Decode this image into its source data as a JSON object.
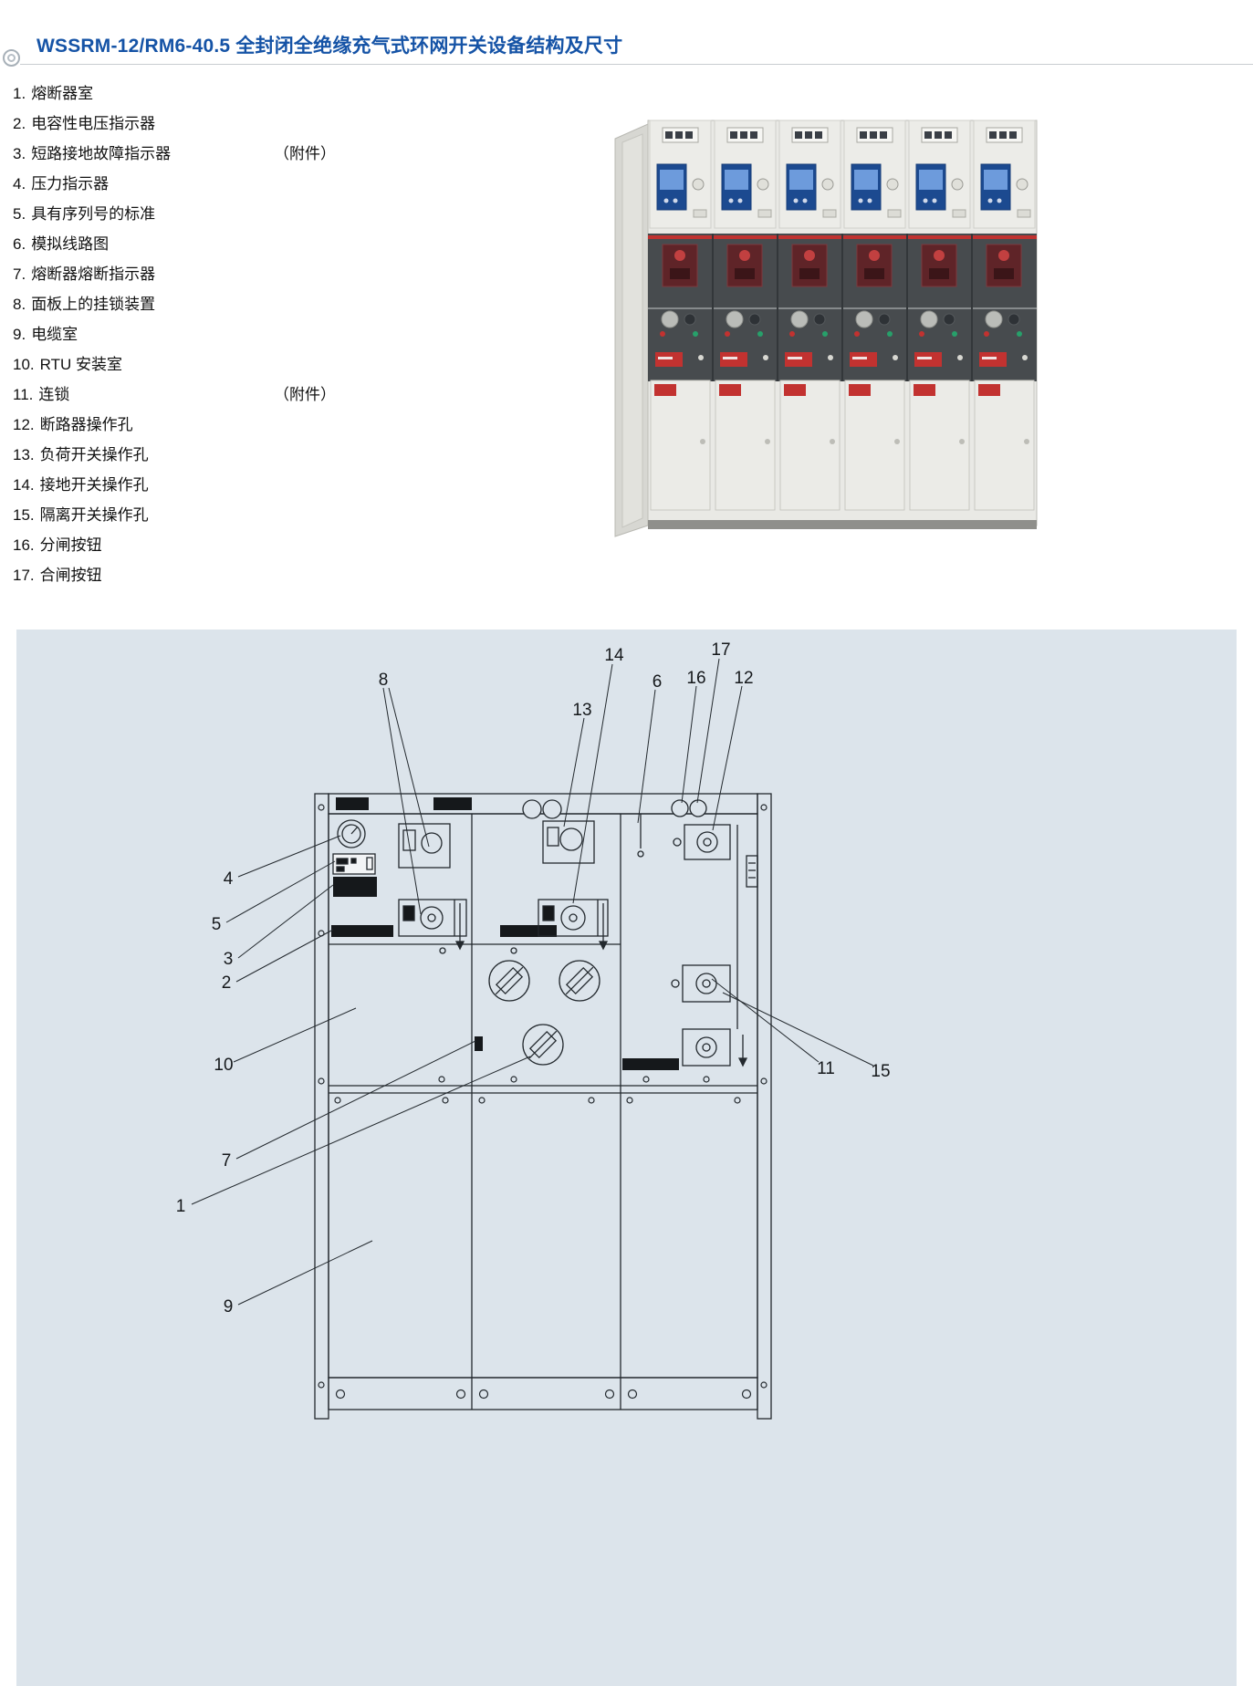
{
  "header": {
    "title": "WSSRM-12/RM6-40.5 全封闭全绝缘充气式环网开关设备结构及尺寸"
  },
  "parts": {
    "items": [
      {
        "num": "1.",
        "label": "熔断器室",
        "note": ""
      },
      {
        "num": "2.",
        "label": "电容性电压指示器",
        "note": ""
      },
      {
        "num": "3.",
        "label": "短路接地故障指示器",
        "note": "（附件）"
      },
      {
        "num": "4.",
        "label": "压力指示器",
        "note": ""
      },
      {
        "num": "5.",
        "label": "具有序列号的标准",
        "note": ""
      },
      {
        "num": "6.",
        "label": "模拟线路图",
        "note": ""
      },
      {
        "num": "7.",
        "label": "熔断器熔断指示器",
        "note": ""
      },
      {
        "num": "8.",
        "label": "面板上的挂锁装置",
        "note": ""
      },
      {
        "num": "9.",
        "label": "电缆室",
        "note": ""
      },
      {
        "num": "10.",
        "label": "RTU 安装室",
        "note": ""
      },
      {
        "num": "11.",
        "label": "连锁",
        "note": "（附件）"
      },
      {
        "num": "12.",
        "label": "断路器操作孔",
        "note": ""
      },
      {
        "num": "13.",
        "label": "负荷开关操作孔",
        "note": ""
      },
      {
        "num": "14.",
        "label": "接地开关操作孔",
        "note": ""
      },
      {
        "num": "15.",
        "label": "隔离开关操作孔",
        "note": ""
      },
      {
        "num": "16.",
        "label": "分闸按钮",
        "note": ""
      },
      {
        "num": "17.",
        "label": "合闸按钮",
        "note": ""
      }
    ]
  },
  "diagram": {
    "callouts": [
      {
        "num": "1"
      },
      {
        "num": "2"
      },
      {
        "num": "3"
      },
      {
        "num": "4"
      },
      {
        "num": "5"
      },
      {
        "num": "6"
      },
      {
        "num": "7"
      },
      {
        "num": "8"
      },
      {
        "num": "9"
      },
      {
        "num": "10"
      },
      {
        "num": "11"
      },
      {
        "num": "12"
      },
      {
        "num": "13"
      },
      {
        "num": "14"
      },
      {
        "num": "15"
      },
      {
        "num": "16"
      },
      {
        "num": "17"
      }
    ]
  },
  "colors": {
    "title_blue": "#1553a6",
    "panel_bg": "#dce4eb",
    "line_dark": "#23292e",
    "photo_band_dark": "#474b4e",
    "photo_red": "#c23230",
    "photo_display_blue": "#1c4a90"
  }
}
